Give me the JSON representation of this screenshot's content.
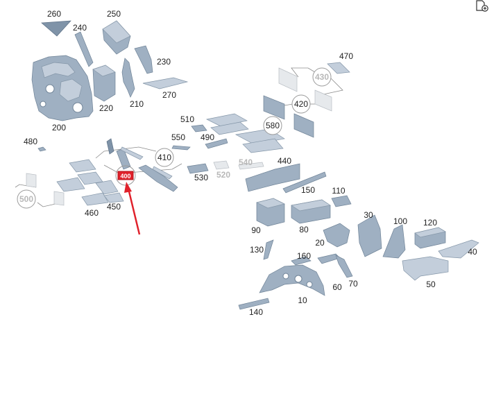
{
  "colors": {
    "part_fill": "#9fb0c2",
    "part_stroke": "#6f8397",
    "highlight": "#e0212b",
    "arrow": "#e0212b",
    "leader": "#8a8a8a",
    "dim_label": "#b8b8b8"
  },
  "callouts": {
    "c10": "10",
    "c20": "20",
    "c30": "30",
    "c40": "40",
    "c50": "50",
    "c60": "60",
    "c70": "70",
    "c80": "80",
    "c90": "90",
    "c100": "100",
    "c110": "110",
    "c120": "120",
    "c130": "130",
    "c140": "140",
    "c150": "150",
    "c160": "160",
    "c200": "200",
    "c210": "210",
    "c220": "220",
    "c230": "230",
    "c240": "240",
    "c250": "250",
    "c260": "260",
    "c270": "270",
    "c410": "410",
    "c420": "420",
    "c430": "430",
    "c440": "440",
    "c450": "450",
    "c460": "460",
    "c470": "470",
    "c480": "480",
    "c490": "490",
    "c500": "500",
    "c510": "510",
    "c520": "520",
    "c530": "530",
    "c540": "540",
    "c550": "550",
    "c580": "580"
  },
  "highlighted_part": "400",
  "icons": {
    "corner": "document-add-icon",
    "pointer": "red-arrow-icon"
  }
}
